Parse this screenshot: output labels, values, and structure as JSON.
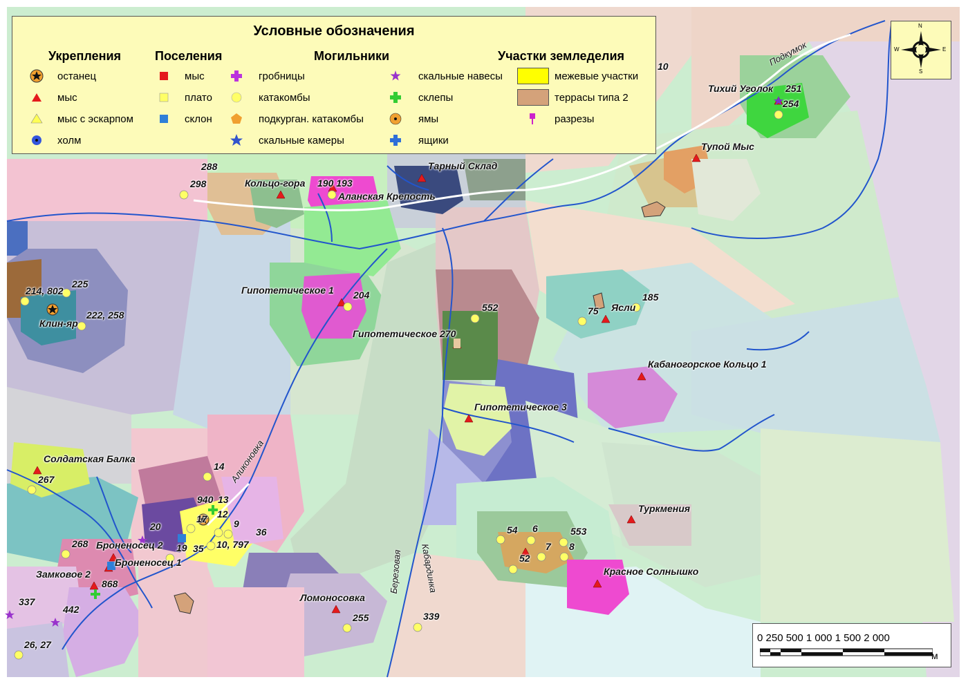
{
  "legend": {
    "title": "Условные обозначения",
    "groups": {
      "fortifications": "Укрепления",
      "settlements": "Поселения",
      "burials": "Могильники",
      "farming": "Участки земледелия"
    },
    "items": {
      "ostanets": "останец",
      "mys": "мыс",
      "mys_escarp": "мыс с эскарпом",
      "kholm": "холм",
      "set_mys": "мыс",
      "set_plato": "плато",
      "set_sklon": "склон",
      "grobnitsy": "гробницы",
      "katakomby": "катакомбы",
      "podkurgan": "подкурган. катакомбы",
      "skalnye_kamery": "скальные камеры",
      "skalnye_navesy": "скальные навесы",
      "sklepy": "склепы",
      "yamy": "ямы",
      "yashchiki": "ящики",
      "mezhevye": "межевые участки",
      "terrasy": "террасы типа 2",
      "razrezy": "разрезы"
    }
  },
  "places": {
    "tikhiy_ugolok": "Тихий Уголок",
    "n251": "251",
    "n254": "254",
    "tupoy_mys": "Тупой Мыс",
    "tarny_sklad": "Тарный Склад",
    "koltso_gora": "Кольцо-гора",
    "n190_193": "190 193",
    "alanskaya": "Аланская Крепость",
    "n288": "288",
    "n298": "298",
    "n10_top": "10",
    "gip1": "Гипотетическое 1",
    "n204": "204",
    "gip270": "Гипотетическое 270",
    "n552": "552",
    "gip3": "Гипотетическое 3",
    "yasli": "Ясли",
    "n75": "75",
    "n185": "185",
    "kabanogorskoe": "Кабаногорское Кольцо 1",
    "klin_yar": "Клин-яр",
    "n214_802": "214, 802",
    "n225": "225",
    "n222_258": "222, 258",
    "soldatskaya": "Солдатская Балка",
    "n267": "267",
    "n14": "14",
    "n940": "940",
    "n13": "13",
    "n17": "17",
    "n12": "12",
    "n9": "9",
    "n36": "36",
    "n10_797": "10, 797",
    "n20": "20",
    "n268": "268",
    "bronenosets2": "Броненосец 2",
    "bronenosets1": "Броненосец 1",
    "n19": "19",
    "n35": "35",
    "zamkovoe2": "Замковое 2",
    "n868": "868",
    "n337": "337",
    "n442": "442",
    "n26_27": "26, 27",
    "lomonosovka": "Ломоносовка",
    "n255": "255",
    "n339": "339",
    "turkmeniya": "Туркмения",
    "n54": "54",
    "n6": "6",
    "n553": "553",
    "n7": "7",
    "n8": "8",
    "n52": "52",
    "krasnoe": "Красное Солнышко"
  },
  "rivers": {
    "podkumok": "Подкумок",
    "alikonovka": "Аликоновка",
    "berezovaya": "Березовая",
    "kabardinka": "Кабардинка"
  },
  "compass": {
    "n": "N",
    "s": "S",
    "e": "E",
    "w": "W"
  },
  "scale": {
    "ticks": "0  250 500     1 000    1 500    2 000",
    "unit": "м"
  },
  "colors": {
    "fort": "#e41a1c",
    "settle_plato": "#ffff66",
    "katakomby": "#ffff66",
    "sklepy": "#33cc33",
    "grobnitsy": "#aa33cc",
    "kamery": "#3355cc",
    "navesy": "#9933cc",
    "river": "#2255cc",
    "legend_bg": "#fdfbb9",
    "mezhevye": "#ffff00",
    "terrasy": "#d4a27a"
  }
}
